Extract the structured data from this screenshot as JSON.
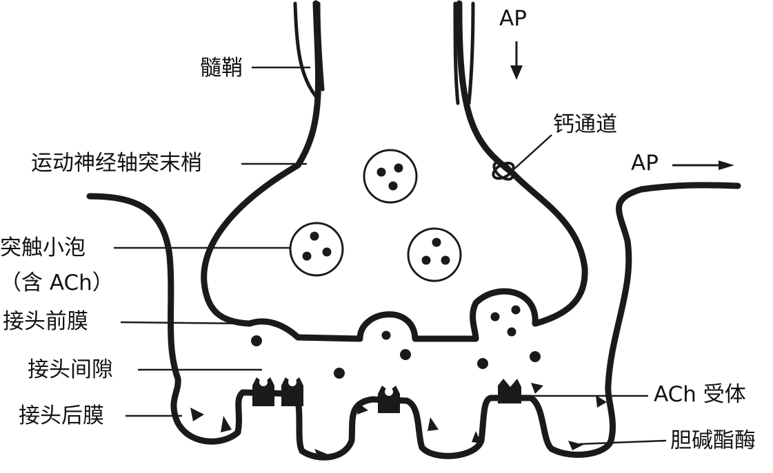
{
  "labels": {
    "myelin": "髓鞘",
    "axon_terminal": "运动神经轴突末梢",
    "vesicle": "突触小泡",
    "vesicle_content": "（含 ACh）",
    "presynaptic": "接头前膜",
    "cleft": "接头间隙",
    "postsynaptic": "接头后膜",
    "ap_top": "AP",
    "calcium_channel": "钙通道",
    "ap_right": "AP",
    "ach_receptor": "ACh 受体",
    "cholinesterase": "胆碱酯酶"
  },
  "colors": {
    "ink": "#1a1a1a",
    "background": "#ffffff"
  }
}
